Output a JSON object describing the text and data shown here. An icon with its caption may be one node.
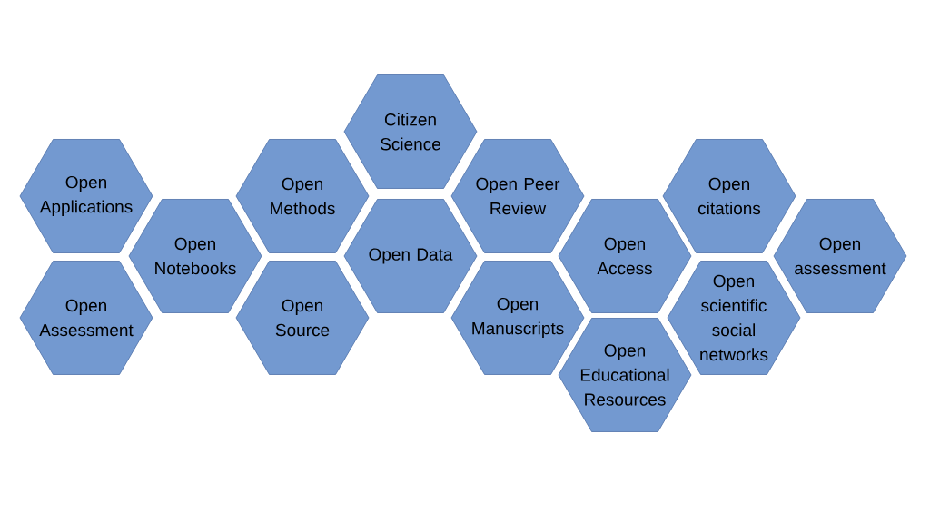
{
  "diagram": {
    "nodes": [
      {
        "text": [
          "Open Applications"
        ]
      },
      {
        "text": [
          "Open Assessment"
        ]
      },
      {
        "text": [
          "Open Notebooks"
        ]
      },
      {
        "text": [
          "Open Methods"
        ]
      },
      {
        "text": [
          "Open Source"
        ]
      },
      {
        "text": [
          "Citizen Science"
        ]
      },
      {
        "text": [
          "Open Data"
        ]
      },
      {
        "text": [
          "Open Peer Review"
        ]
      },
      {
        "text": [
          "Open Manuscripts"
        ]
      },
      {
        "text": [
          "Open Access"
        ]
      },
      {
        "text": [
          "Open Educational Resources"
        ]
      },
      {
        "text": [
          "Open citations"
        ]
      },
      {
        "text": [
          "Open scientific social networks"
        ]
      },
      {
        "text": [
          "Open assessment"
        ]
      }
    ]
  }
}
